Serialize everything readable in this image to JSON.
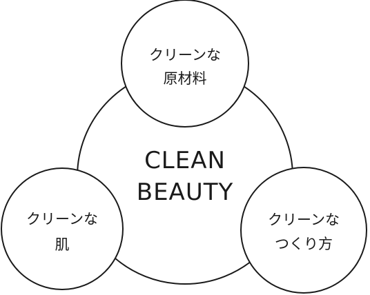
{
  "center": {
    "line1": "CLEAN",
    "line2": "BEAUTY"
  },
  "circles": {
    "top": {
      "line1": "クリーンな",
      "line2": "原材料"
    },
    "left": {
      "line1": "クリーンな",
      "line2": "肌"
    },
    "right": {
      "line1": "クリーンな",
      "line2": "つくり方"
    }
  },
  "colors": {
    "stroke": "#1a1a1a",
    "fill": "#ffffff"
  }
}
